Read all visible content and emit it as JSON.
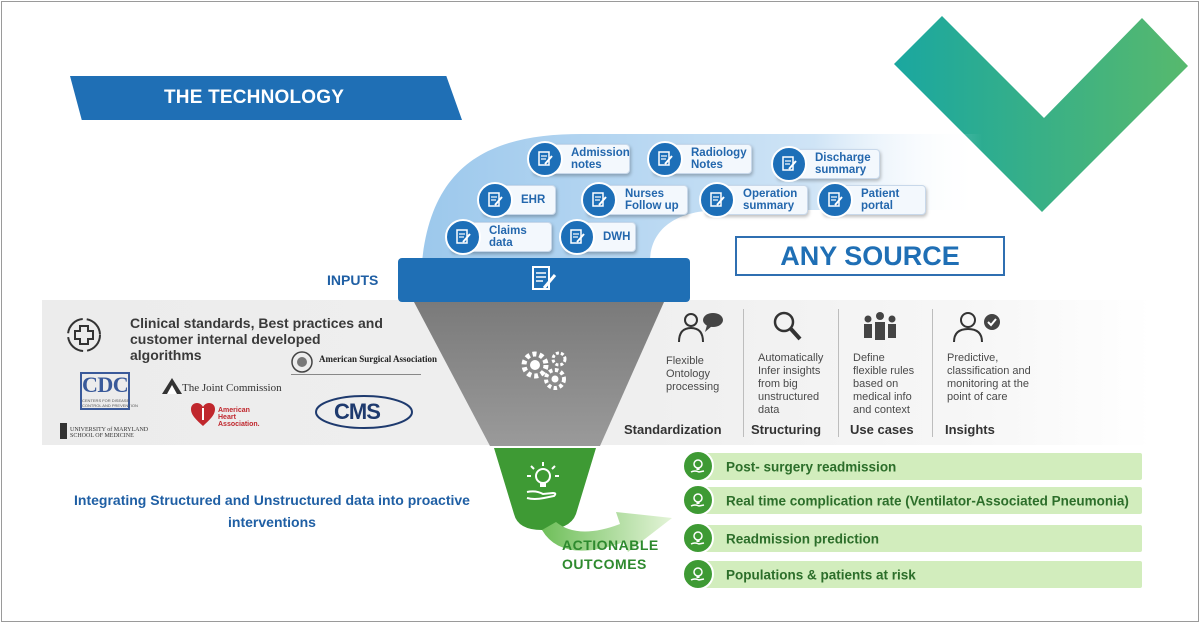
{
  "title": "THE TECHNOLOGY",
  "sources": [
    {
      "label": "Admission\nnotes",
      "icon": "document-edit-icon"
    },
    {
      "label": "Radiology\nNotes",
      "icon": "document-edit-icon"
    },
    {
      "label": "Discharge\nsummary",
      "icon": "document-edit-icon"
    },
    {
      "label": "EHR",
      "icon": "document-edit-icon"
    },
    {
      "label": "Nurses\nFollow up",
      "icon": "document-edit-icon"
    },
    {
      "label": "Operation\nsummary",
      "icon": "document-edit-icon"
    },
    {
      "label": "Patient\nportal",
      "icon": "document-edit-icon"
    },
    {
      "label": "Claims data",
      "icon": "document-edit-icon"
    },
    {
      "label": "DWH",
      "icon": "document-edit-icon"
    }
  ],
  "any_source": "ANY SOURCE",
  "inputs_label": "INPUTS",
  "standards_text": "Clinical standards, Best practices and customer internal developed algorithms",
  "logos": {
    "cdc": "CDC",
    "cdc_sub": "CENTERS FOR DISEASE CONTROL AND PREVENTION",
    "joint_commission": "The Joint Commission",
    "surgical": "American Surgical Association",
    "heart": "American\nHeart\nAssociation.",
    "cms": "CMS",
    "umd": "UNIVERSITY of MARYLAND\nSCHOOL OF MEDICINE"
  },
  "columns": [
    {
      "text": "Flexible\nOntology\nprocessing",
      "title": "Standardization",
      "icon": "people-chat-icon"
    },
    {
      "text": "Automatically\nInfer insights\nfrom big\nunstructured\ndata",
      "title": "Structuring",
      "icon": "magnifier-icon"
    },
    {
      "text": "Define\nflexible rules\nbased on\nmedical info\nand context",
      "title": "Use cases",
      "icon": "people-group-icon"
    },
    {
      "text": "Predictive,\nclassification and\nmonitoring at the\npoint of care",
      "title": "Insights",
      "icon": "person-check-icon"
    }
  ],
  "integrating": "Integrating Structured and Unstructured data into proactive interventions",
  "actionable": "ACTIONABLE\nOUTCOMES",
  "outcomes": [
    "Post- surgery  readmission",
    "Real time complication rate (Ventilator-Associated Pneumonia)",
    "Readmission  prediction",
    "Populations & patients at risk"
  ],
  "colors": {
    "blue": "#1f6fb5",
    "funnel_gray": "#8f8f8f",
    "green": "#3e9a34",
    "light_green": "#d2edbd",
    "chevron_teal": "#1aa7a0",
    "chevron_green": "#57b96d"
  }
}
